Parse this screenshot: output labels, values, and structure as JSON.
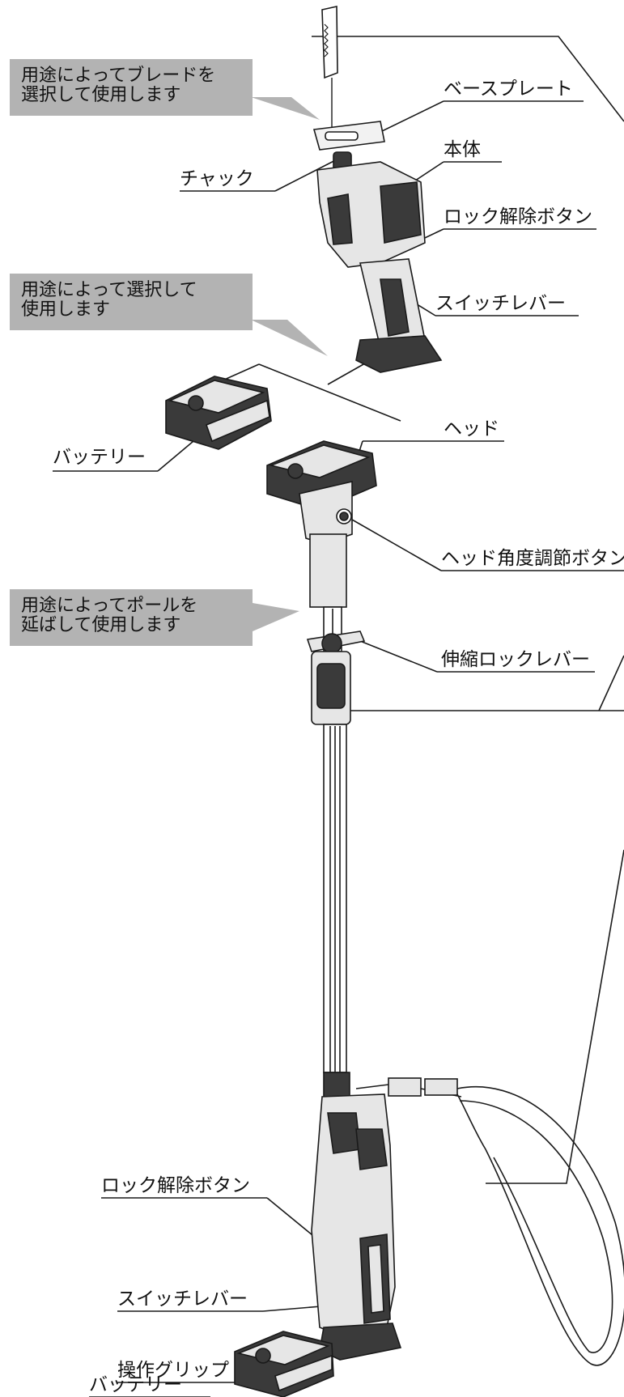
{
  "callouts": {
    "blade": [
      "用途によってブレードを",
      "選択して使用します"
    ],
    "select": [
      "用途によって選択して",
      "使用します"
    ],
    "pole": [
      "用途によってポールを",
      "延ばして使用します"
    ]
  },
  "labels": {
    "base_plate": "ベースプレート",
    "chuck": "チャック",
    "body": "本体",
    "lock_release_top": "ロック解除ボタン",
    "switch_lever_top": "スイッチレバー",
    "battery_top": "バッテリー",
    "head": "ヘッド",
    "head_angle": "ヘッド角度調節ボタン",
    "telescopic_lock": "伸縮ロックレバー",
    "lock_release_bottom": "ロック解除ボタン",
    "switch_lever_bottom": "スイッチレバー",
    "grip": "操作グリップ",
    "battery_bottom": "バッテリー"
  },
  "colors": {
    "callout_bg": "#b3b3b3",
    "line": "#1a1a1a",
    "part_fill": "#e6e6e6",
    "part_dark": "#3a3a3a"
  }
}
